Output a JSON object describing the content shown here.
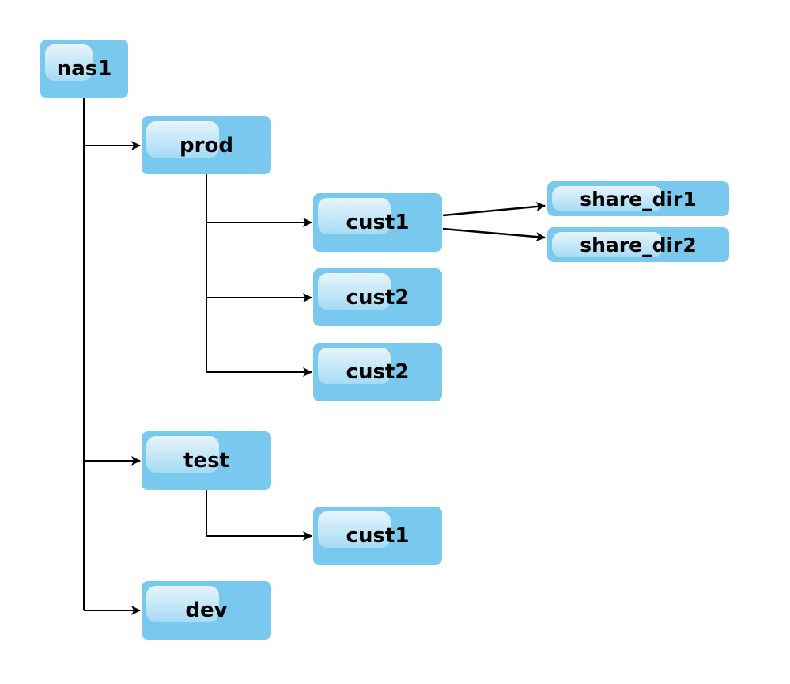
{
  "nodes": [
    {
      "id": "nas1",
      "label": "nas1"
    },
    {
      "id": "prod",
      "label": "prod"
    },
    {
      "id": "prod_cust1",
      "label": "cust1"
    },
    {
      "id": "prod_cust2a",
      "label": "cust2"
    },
    {
      "id": "prod_cust2b",
      "label": "cust2"
    },
    {
      "id": "share_dir1",
      "label": "share_dir1"
    },
    {
      "id": "share_dir2",
      "label": "share_dir2"
    },
    {
      "id": "test",
      "label": "test"
    },
    {
      "id": "test_cust1",
      "label": "cust1"
    },
    {
      "id": "dev",
      "label": "dev"
    }
  ],
  "edges": [
    {
      "from": "nas1",
      "to": "prod"
    },
    {
      "from": "nas1",
      "to": "test"
    },
    {
      "from": "nas1",
      "to": "dev"
    },
    {
      "from": "prod",
      "to": "prod_cust1"
    },
    {
      "from": "prod",
      "to": "prod_cust2a"
    },
    {
      "from": "prod",
      "to": "prod_cust2b"
    },
    {
      "from": "prod_cust1",
      "to": "share_dir1"
    },
    {
      "from": "prod_cust1",
      "to": "share_dir2"
    },
    {
      "from": "test",
      "to": "test_cust1"
    }
  ],
  "colors": {
    "node_fill": "#79c8ee",
    "edge": "#000000",
    "label": "#000000"
  }
}
